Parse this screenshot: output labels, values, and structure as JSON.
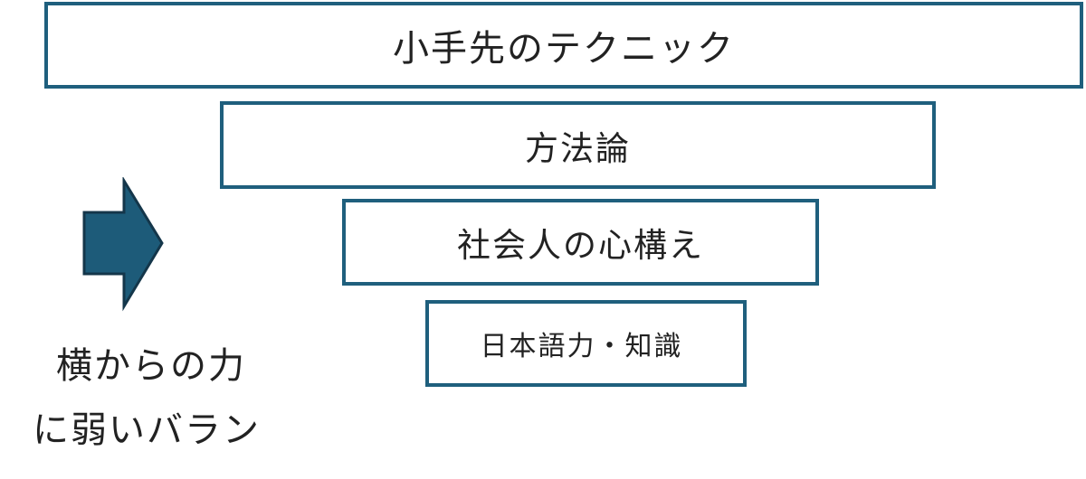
{
  "diagram": {
    "tiers": [
      {
        "label": "小手先のテクニック"
      },
      {
        "label": "方法論"
      },
      {
        "label": "社会人の心構え"
      },
      {
        "label": "日本語力・知識"
      }
    ],
    "arrow": {
      "icon": "right-arrow-icon",
      "fill_color": "#1d5b79",
      "stroke_color": "#14364a"
    },
    "caption": {
      "line1": "横からの力",
      "line2": "に弱いバラン"
    },
    "colors": {
      "border": "#1f5f7d"
    }
  }
}
